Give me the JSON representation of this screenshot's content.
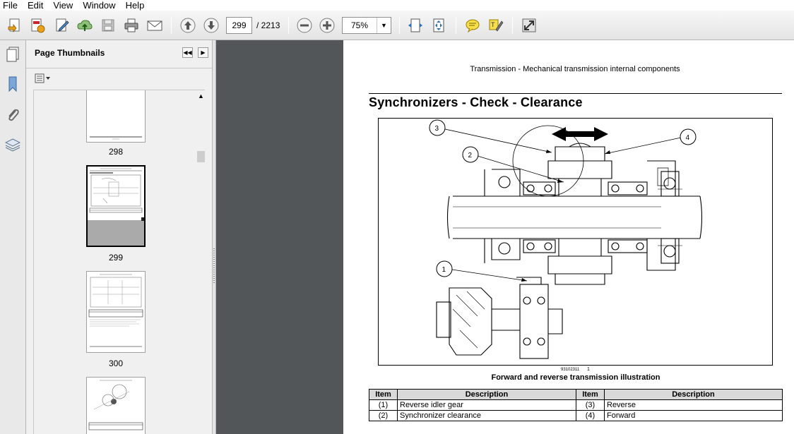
{
  "menu": [
    "File",
    "Edit",
    "View",
    "Window",
    "Help"
  ],
  "toolbar": {
    "current_page": "299",
    "total_pages": "/ 2213",
    "zoom": "75%",
    "icons": [
      "create-pdf-icon",
      "convert-icon",
      "edit-icon",
      "upload-icon",
      "save-icon",
      "print-icon",
      "email-icon",
      "prev-page-icon",
      "next-page-icon",
      "zoom-out-icon",
      "zoom-in-icon",
      "fit-width-icon",
      "fit-page-icon",
      "comment-icon",
      "highlight-icon",
      "expand-icon"
    ]
  },
  "sidebar": {
    "title": "Page Thumbnails",
    "thumbnails": [
      {
        "label": "298"
      },
      {
        "label": "299",
        "selected": true
      },
      {
        "label": "300"
      }
    ]
  },
  "document": {
    "header": "Transmission - Mechanical transmission internal components",
    "title": "Synchronizers - Check - Clearance",
    "figure_code": "93102311",
    "figure_number": "1",
    "callouts": [
      "1",
      "2",
      "3",
      "4"
    ],
    "caption": "Forward and reverse transmission illustration",
    "table": {
      "headers": [
        "Item",
        "Description",
        "Item",
        "Description"
      ],
      "rows": [
        {
          "item1": "(1)",
          "desc1": "Reverse idler gear",
          "item2": "(3)",
          "desc2": "Reverse"
        },
        {
          "item1": "(2)",
          "desc1": "Synchronizer clearance",
          "item2": "(4)",
          "desc2": "Forward"
        }
      ]
    }
  }
}
